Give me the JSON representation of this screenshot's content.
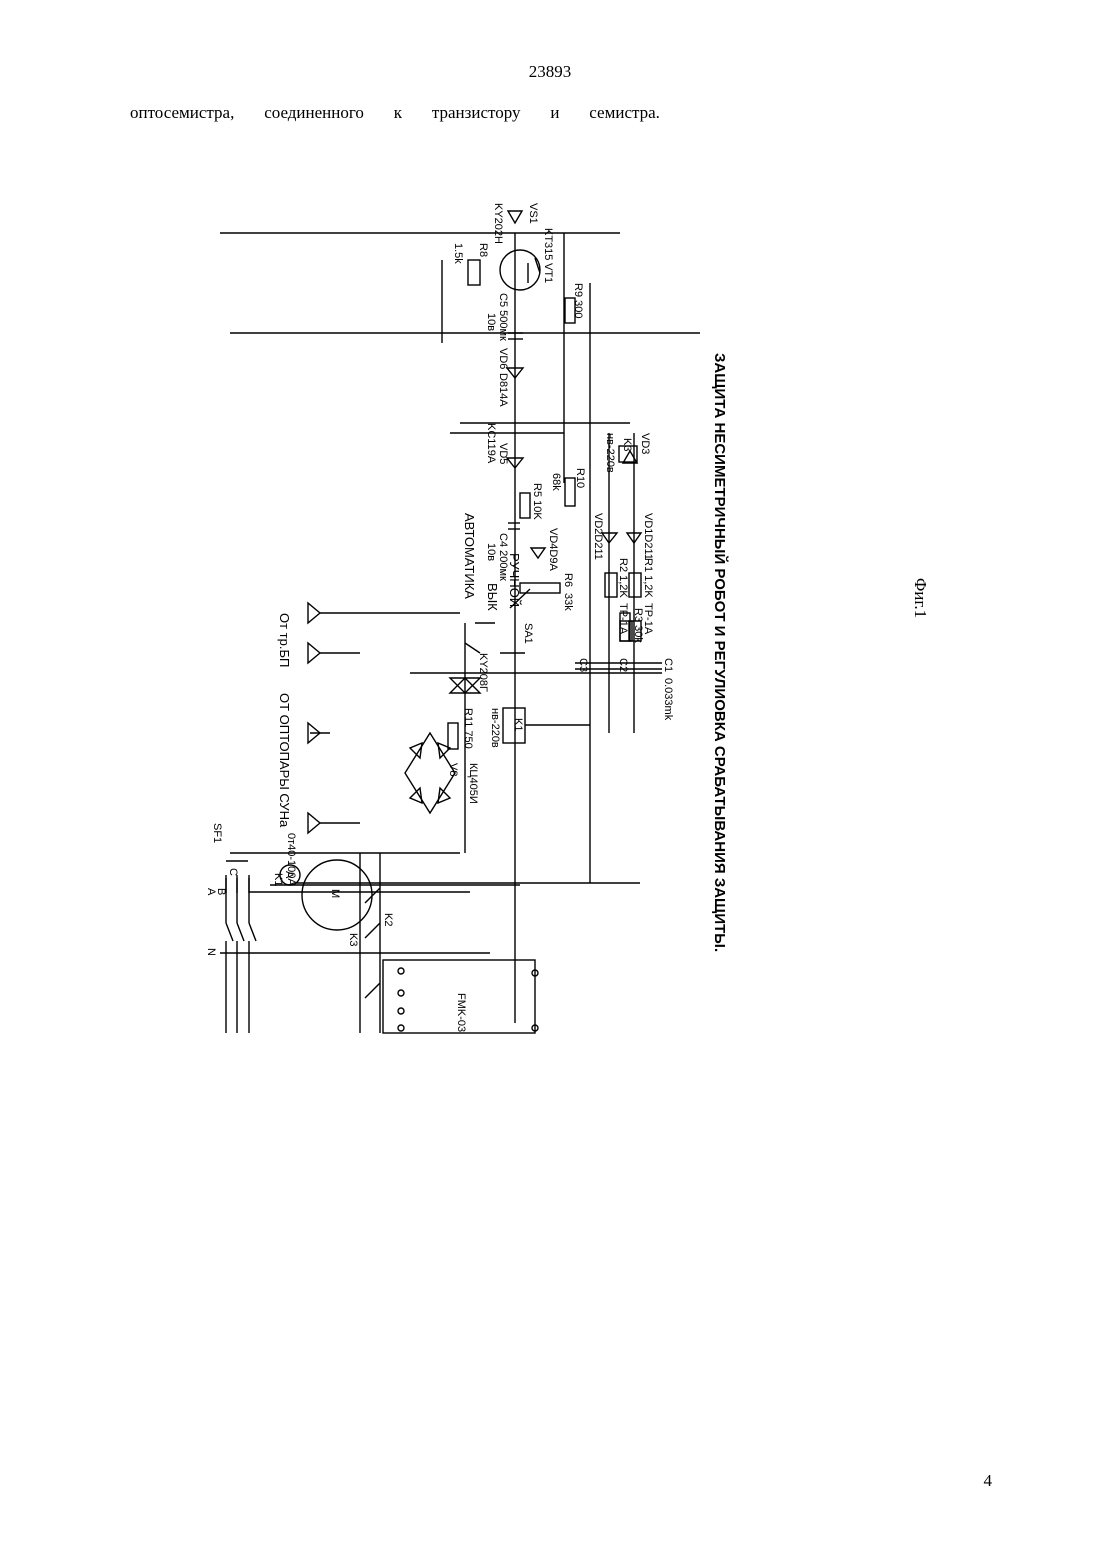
{
  "header": {
    "patent_number": "23893",
    "text_words": [
      "оптосемистра,",
      "соединенного",
      "к",
      "транзистору",
      "и",
      "семистра."
    ]
  },
  "figure": {
    "title": "ЗАЩИТА НЕСИМЕТРИЧНЫЙ РОБОТ И РЕГУЛИОВКА СРАБАТЫВАНИЯ ЗАЩИТЫ.",
    "caption": "Фиг.1",
    "labels": {
      "sf1": "SF1",
      "phases": [
        "A",
        "B",
        "C"
      ],
      "neutral": "N",
      "k1": "K1",
      "ammeter_range": "0т40-100А",
      "ammeter": "A",
      "motor": "M",
      "fmk": "FMK-03",
      "k2": "K2",
      "k3": "K3",
      "tp1": "ТР-1А",
      "tp2": "ТР-1А",
      "r11": "R1 1,2K",
      "r21": "R2 1,2K",
      "vd1": "VD1D211",
      "vd2": "VD2D211",
      "r10": "R10",
      "r10_val": "68k",
      "vd3": "VD3",
      "k3_coil": "K3",
      "k3_coil_note": "нв-220в",
      "r9": "R9  300",
      "vt1": "VT1",
      "kt315": "KT315",
      "vs1": "VS1",
      "ku202n": "KY202H",
      "r8": "R8",
      "r8_val": "1.5k",
      "c5": "C5 500мк",
      "c5_v": "10в",
      "vd6": "VD6",
      "d814": "D814A",
      "vd5": "VD5",
      "kc119": "KC119A",
      "r5": "R5 10K",
      "vd4": "VD4D9A",
      "c4": "C4 200мк",
      "c4_v": "10в",
      "r6": "R6",
      "r6_val": "33k",
      "r3": "R3 30k",
      "c1": "C1",
      "c2": "C2",
      "c3": "C3",
      "c_val": "0.033mk",
      "sa1": "SA1",
      "manual": "РУЧНОЙ",
      "off": "ВЫК",
      "auto": "АВТОМАТИКА",
      "k1_coil": "K1",
      "k1_coil_note": "нв-220в",
      "ku208": "KY208Г",
      "r11_750": "R11 750",
      "v8": "V8",
      "kc405": "КЦ405И",
      "from_tr": "От тр.БП",
      "from_opto": "ОТ ОПТОПАРЫ СУНа"
    }
  },
  "page": {
    "number": "4"
  }
}
